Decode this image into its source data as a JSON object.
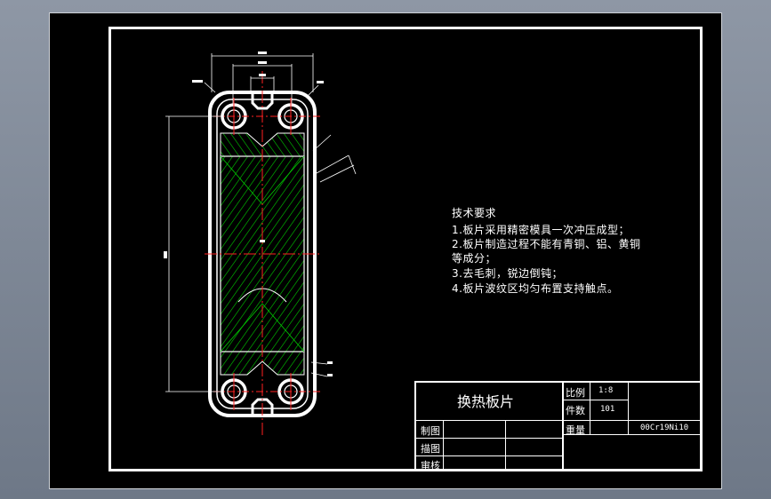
{
  "notes": {
    "heading": "技术要求",
    "items": [
      "1.板片采用精密模具一次冲压成型；",
      "2.板片制造过程不能有青铜、铝、黄铜",
      "等成分；",
      "3.去毛刺，锐边倒钝；",
      "4.板片波纹区均匀布置支持触点。"
    ]
  },
  "title_block": {
    "part_name": "换热板片",
    "scale_label": "比例",
    "scale_value": "1:8",
    "quantity_label": "件数",
    "quantity_value": "101",
    "weight_label": "重量",
    "material": "00Cr19Ni10",
    "drawn_label": "制图",
    "traced_label": "描图",
    "checked_label": "审核"
  },
  "colors": {
    "background": "#000000",
    "outline": "#ffffff",
    "hatch": "#00cc00",
    "centerline": "#ff2020"
  }
}
